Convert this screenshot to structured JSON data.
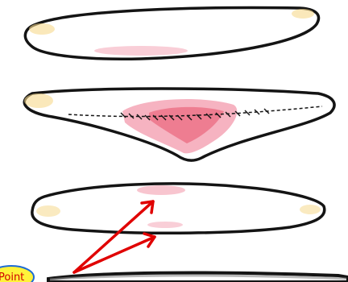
{
  "callout": {
    "label": "Point",
    "badge_color": "#fff23a",
    "badge_border": "#1d6bd6",
    "text_color": "#d00000"
  },
  "colors": {
    "outline": "#141414",
    "wound_pink": "#f4a6b6",
    "wound_red": "#e8506a",
    "tip_yellow": "#f6d98c",
    "arrow": "#e00000"
  },
  "figures": [
    {
      "name": "upper-lip-shape",
      "icon": "unsutured-tissue-icon"
    },
    {
      "name": "sutured-shape",
      "icon": "sutured-wound-icon"
    },
    {
      "name": "lower-lip-shape",
      "icon": "healed-tissue-icon"
    }
  ]
}
